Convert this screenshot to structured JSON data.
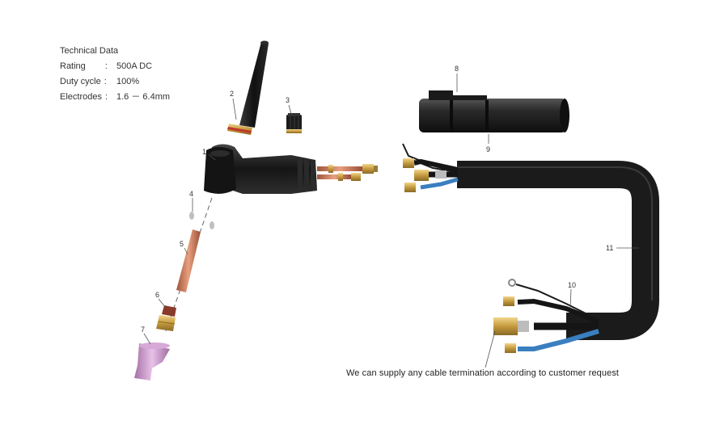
{
  "technical_data": {
    "title": "Technical Data",
    "rows": [
      {
        "label": "Rating",
        "sep": ":",
        "value": "500A DC"
      },
      {
        "label": "Duty cycle",
        "sep": ":",
        "value": "100%"
      },
      {
        "label": "Electrodes",
        "sep": ":",
        "value": "1.6 － 6.4mm"
      }
    ]
  },
  "part_numbers": [
    "1",
    "2",
    "3",
    "4",
    "5",
    "6",
    "7",
    "8",
    "9",
    "10",
    "11"
  ],
  "caption": "We can supply any cable termination according to customer request",
  "colors": {
    "rubber": "#1b1b1b",
    "brass": "#c9a24a",
    "copper": "#c8785a",
    "ceramic": "#c89ac8",
    "blue_wire": "#3a7fc0",
    "red_ring": "#c0392b"
  }
}
